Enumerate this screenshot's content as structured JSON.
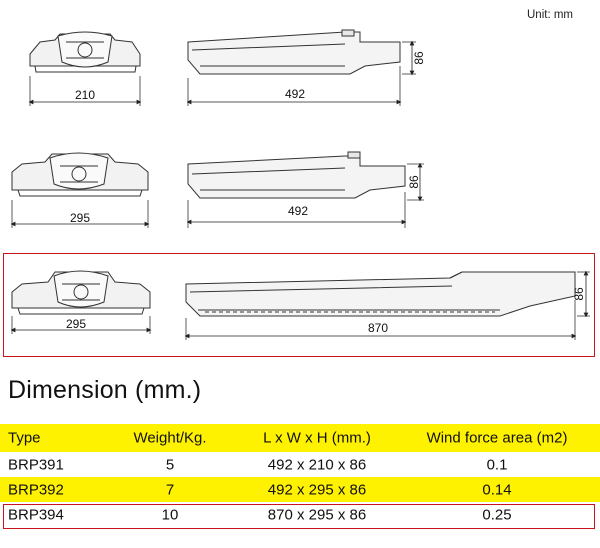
{
  "unit_label": "Unit: mm",
  "drawings": [
    {
      "front_width": "210",
      "side_length": "492",
      "height": "86"
    },
    {
      "front_width": "295",
      "side_length": "492",
      "height": "86"
    },
    {
      "front_width": "295",
      "side_length": "870",
      "height": "86"
    }
  ],
  "heading": "Dimension (mm.)",
  "table": {
    "headers": [
      "Type",
      "Weight/Kg.",
      "L x W x H (mm.)",
      "Wind force area (m2)"
    ],
    "rows": [
      [
        "BRP391",
        "5",
        "492 x 210 x 86",
        "0.1"
      ],
      [
        "BRP392",
        "7",
        "492 x 295 x 86",
        "0.14"
      ],
      [
        "BRP394",
        "10",
        "870 x 295 x 86",
        "0.25"
      ]
    ]
  },
  "colors": {
    "header_bg": "#fff200",
    "highlight_border": "#c8151d"
  }
}
